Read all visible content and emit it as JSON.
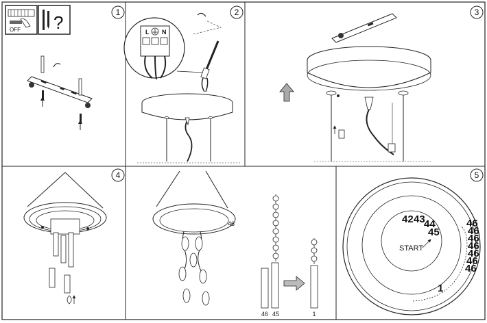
{
  "steps": {
    "s1": "1",
    "s2": "2",
    "s3": "3",
    "s4": "4",
    "s5": "5"
  },
  "step1": {
    "switch_off_label": "OFF",
    "question_mark": "?"
  },
  "step2": {
    "terminal_live": "L",
    "terminal_neutral": "N"
  },
  "step4b": {
    "number_on_rosette": "46",
    "strand_label_a": "46",
    "strand_label_b": "45",
    "strand_label_c": "1"
  },
  "step5": {
    "start_label": "START",
    "hook_labels": [
      "42",
      "43",
      "44",
      "45"
    ],
    "edge_labels": [
      "46",
      "46",
      "46",
      "46",
      "46",
      "46",
      "46"
    ],
    "end_label": "1"
  }
}
